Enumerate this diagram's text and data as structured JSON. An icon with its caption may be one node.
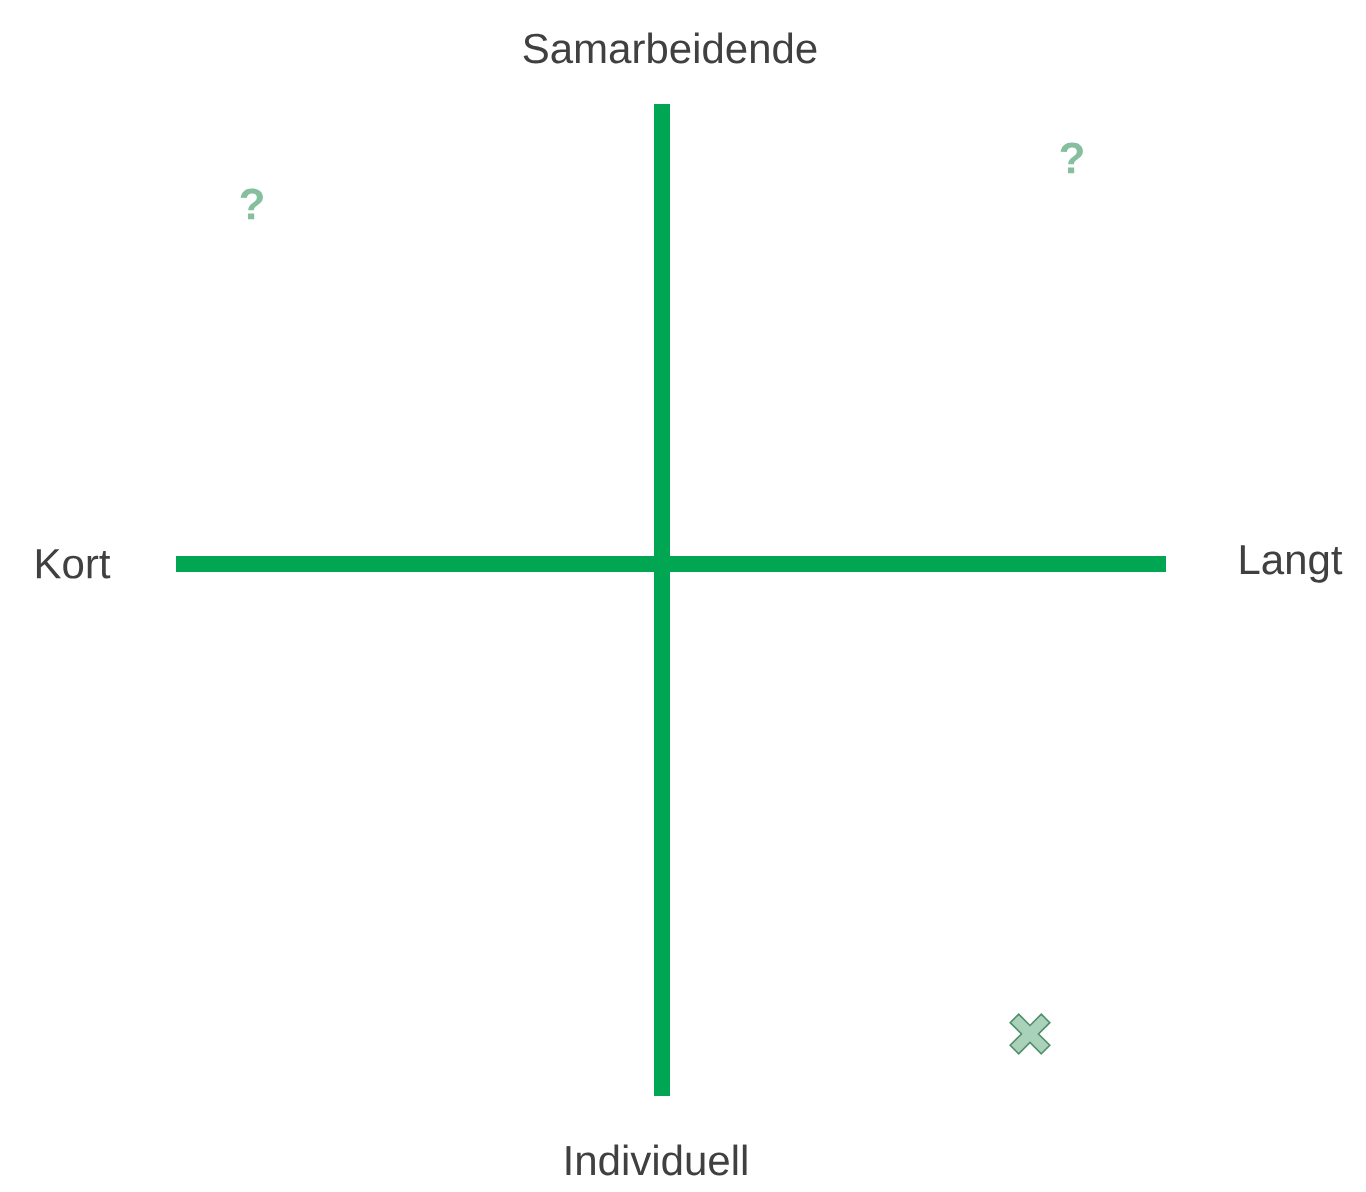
{
  "diagram": {
    "labels": [
      "Samarbeidende",
      "Kort",
      "Langt",
      "Individuell",
      "?",
      "?"
    ]
  }
}
